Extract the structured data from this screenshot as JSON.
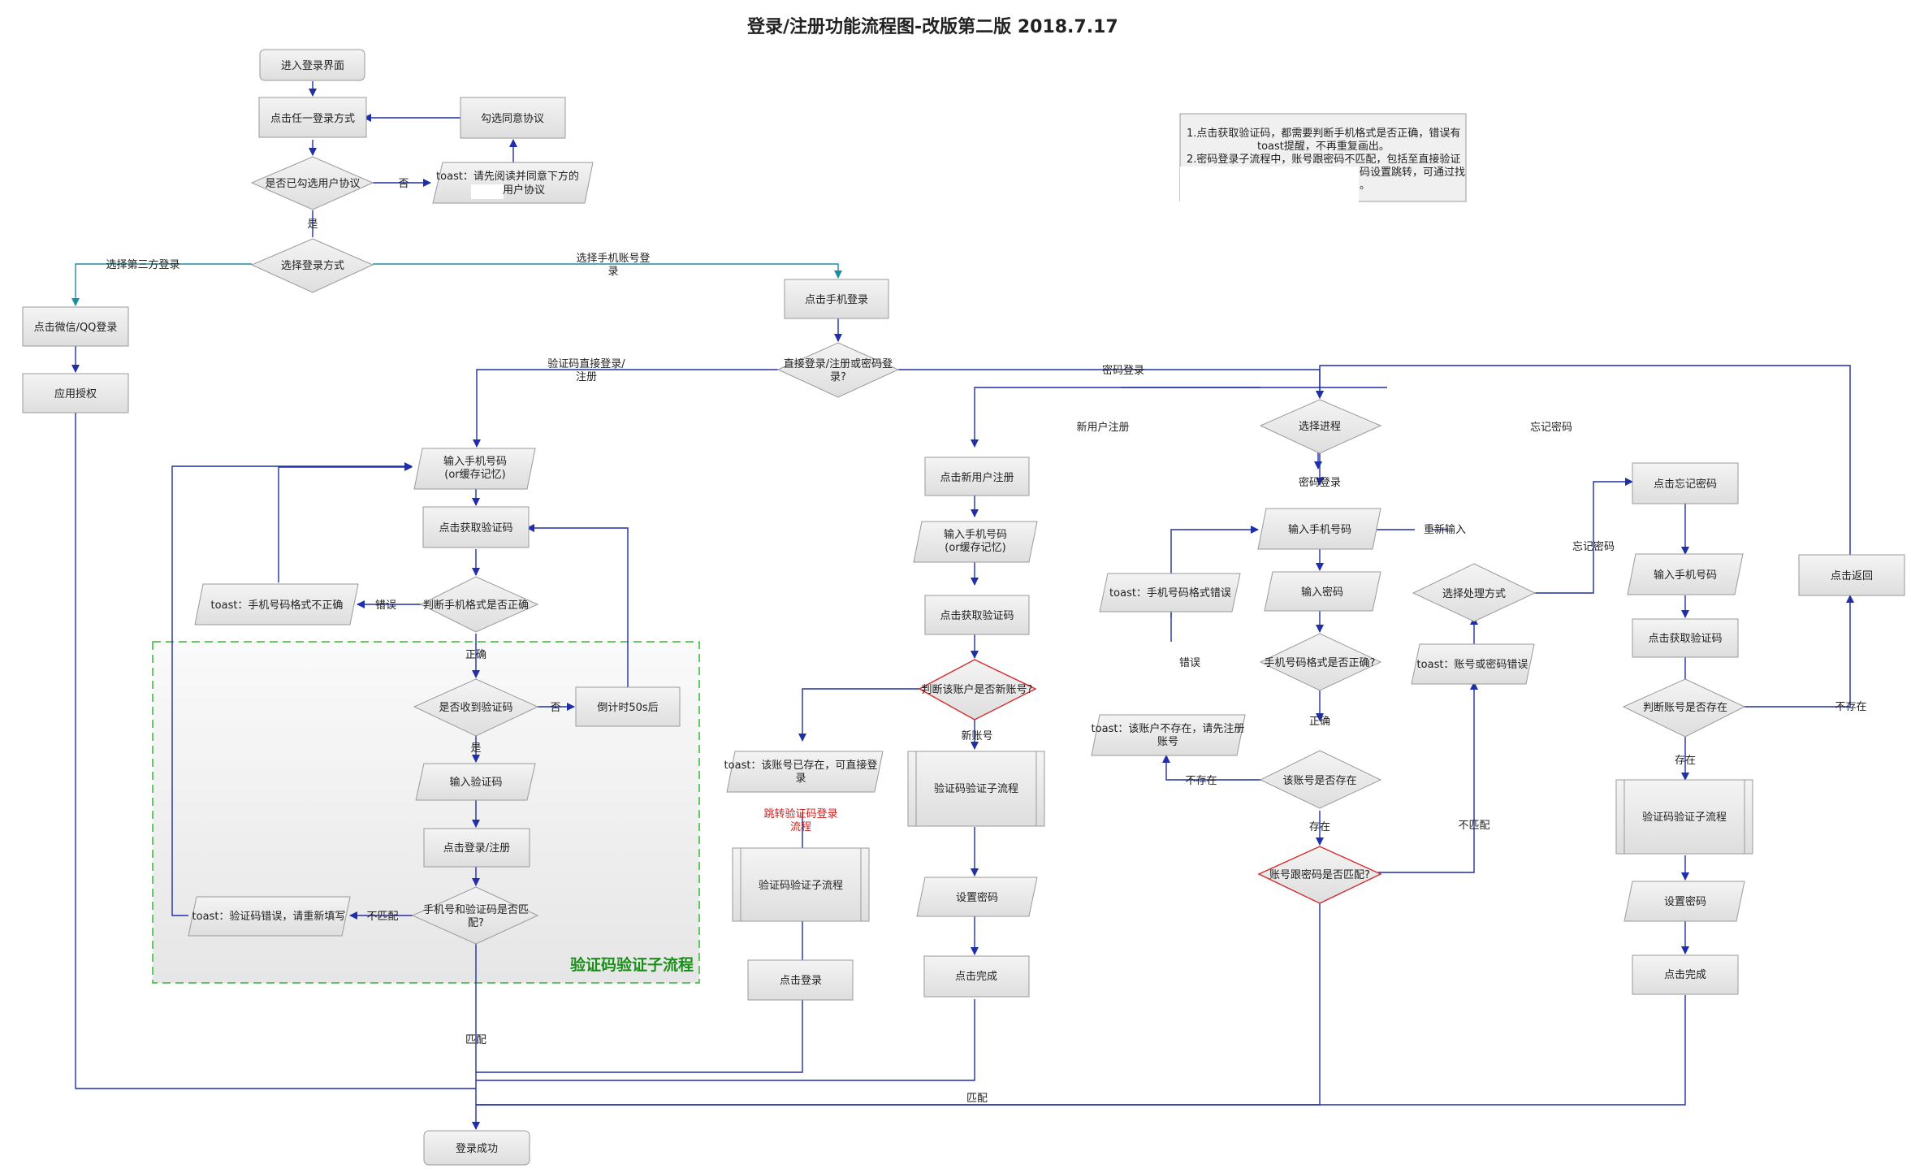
{
  "title": "登录/注册功能流程图-改版第二版 2018.7.17",
  "note": {
    "lines": [
      "1.点击获取验证码，都需要判断手机格式是否正确，错误有",
      "toast提醒，不再重复画出。",
      "2.密码登录子流程中，账号跟密码不匹配，包括至直接验证",
      "码设置跳转，可通过找",
      "。"
    ]
  },
  "subprocess_title": "验证码验证子流程",
  "nodes": {
    "enter_login": "进入登录界面",
    "click_any_login": "点击任一登录方式",
    "check_agree": "勾选同意协议",
    "is_agreed_q": "是否已勾选用户协议",
    "toast_agree_1": "toast：请先阅读并同意下方的",
    "toast_agree_2": "用户协议",
    "choose_login": "选择登录方式",
    "click_wechat": "点击微信/QQ登录",
    "app_auth": "应用授权",
    "click_phone_login": "点击手机登录",
    "direct_login_q_1": "直接登录/注册或密码登",
    "direct_login_q_2": "录?",
    "input_phone_1": "输入手机号码",
    "input_phone_2": "(or缓存记忆)",
    "click_get_code": "点击获取验证码",
    "phone_fmt_q": "判断手机格式是否正确",
    "toast_phone_fmt": "toast：手机号码格式不正确",
    "received_code_q": "是否收到验证码",
    "countdown": "倒计时50s后",
    "input_code": "输入验证码",
    "click_login_reg": "点击登录/注册",
    "match_q_1": "手机号和验证码是否匹",
    "match_q_2": "配?",
    "toast_code_err": "toast：验证码错误，请重新填写",
    "login_success": "登录成功",
    "click_new_reg": "点击新用户注册",
    "reg_input_phone_1": "输入手机号码",
    "reg_input_phone_2": "(or缓存记忆)",
    "reg_get_code": "点击获取验证码",
    "is_new_q": "判断该账户是否新账号?",
    "toast_exists_1": "toast：该账号已存在，可直接登",
    "toast_exists_2": "录",
    "jump_code_1": "跳转验证码登录",
    "jump_code_2": "流程",
    "sub_flow_a": "验证码验证子流程",
    "reg_click_login": "点击登录",
    "sub_flow_b": "验证码验证子流程",
    "set_pwd_b": "设置密码",
    "done_b": "点击完成",
    "choose_process": "选择进程",
    "pwd_input_phone": "输入手机号码",
    "pwd_input_pwd": "输入密码",
    "toast_pwd_phone_fmt": "toast：手机号码格式错误",
    "pwd_phone_fmt_q": "手机号码格式是否正确?",
    "acct_exists_q": "该账号是否存在",
    "toast_not_exist_1": "toast：该账户不存在，请先注册",
    "toast_not_exist_2": "账号",
    "acct_pwd_match_q": "账号跟密码是否匹配?",
    "choose_handle": "选择处理方式",
    "toast_acct_pwd_err": "toast：账号或密码错误",
    "click_forgot": "点击忘记密码",
    "forgot_input_phone": "输入手机号码",
    "forgot_get_code": "点击获取验证码",
    "acct_exist_q2": "判断账号是否存在",
    "sub_flow_c": "验证码验证子流程",
    "set_pwd_c": "设置密码",
    "done_c": "点击完成",
    "click_back": "点击返回"
  },
  "edge_labels": {
    "no_agree": "否",
    "yes_agree": "是",
    "third_party": "选择第三方登录",
    "phone_acct_1": "选择手机账号登",
    "phone_acct_2": "录",
    "code_direct_1": "验证码直接登录/",
    "code_direct_2": "注册",
    "pwd_login": "密码登录",
    "wrong": "错误",
    "correct": "正确",
    "no_code": "否",
    "yes_code": "是",
    "not_match": "不匹配",
    "match": "匹配",
    "new_reg": "新用户注册",
    "forgot_pwd": "忘记密码",
    "pwd_login2": "密码登录",
    "new_acct": "新账号",
    "re_input": "重新输入",
    "forgot_pwd2": "忘记密码",
    "wrong2": "错误",
    "correct2": "正确",
    "not_exist": "不存在",
    "exist": "存在",
    "not_match2": "不匹配",
    "exist2": "存在",
    "not_exist2": "不存在",
    "match_bottom": "匹配"
  },
  "colors": {
    "shape_fill": "#e8e8e8",
    "shape_stroke": "#9a9a9a",
    "arrow_blue": "#1f2fa8",
    "arrow_teal": "#1a8fa0",
    "red_diamond": "#d42b2b",
    "sub_border": "#36b536"
  }
}
